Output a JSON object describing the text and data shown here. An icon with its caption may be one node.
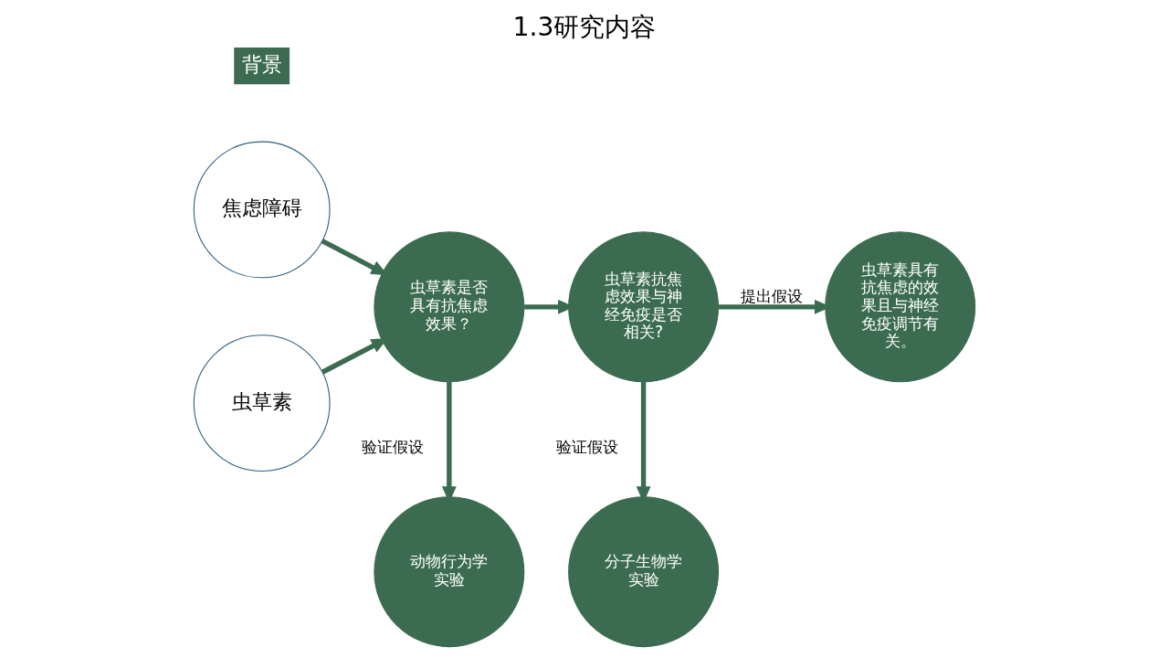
{
  "diagram": {
    "title": "1.3研究内容",
    "nodes": [
      {
        "text": [
          "焦虑障碍"
        ]
      },
      {
        "text": [
          "虫草素"
        ]
      },
      {
        "text": [
          "虫草素是否具有抗焦虑效果？"
        ]
      },
      {
        "text": [
          "虫草素抗焦虑效果与神经免疫是否相关?"
        ]
      },
      {
        "text": [
          "虫草素具有抗焦虑的效果且与神经免疫调节有关。"
        ]
      },
      {
        "text": [
          "动物行为学实验"
        ]
      },
      {
        "text": [
          "分子生物学实验"
        ]
      },
      {
        "text": [
          "背景"
        ]
      }
    ],
    "edges": [
      {
        "from": 0,
        "to": 2,
        "arrow": "to"
      },
      {
        "from": 1,
        "to": 2,
        "arrow": "to"
      },
      {
        "from": 2,
        "to": 3,
        "arrow": "to"
      },
      {
        "from": 3,
        "to": 4,
        "arrow": "to",
        "label": "提出假设"
      },
      {
        "from": 2,
        "to": 5,
        "arrow": "to",
        "label": "验证假设"
      },
      {
        "from": 3,
        "to": 6,
        "arrow": "to",
        "label": "验证假设"
      }
    ]
  }
}
